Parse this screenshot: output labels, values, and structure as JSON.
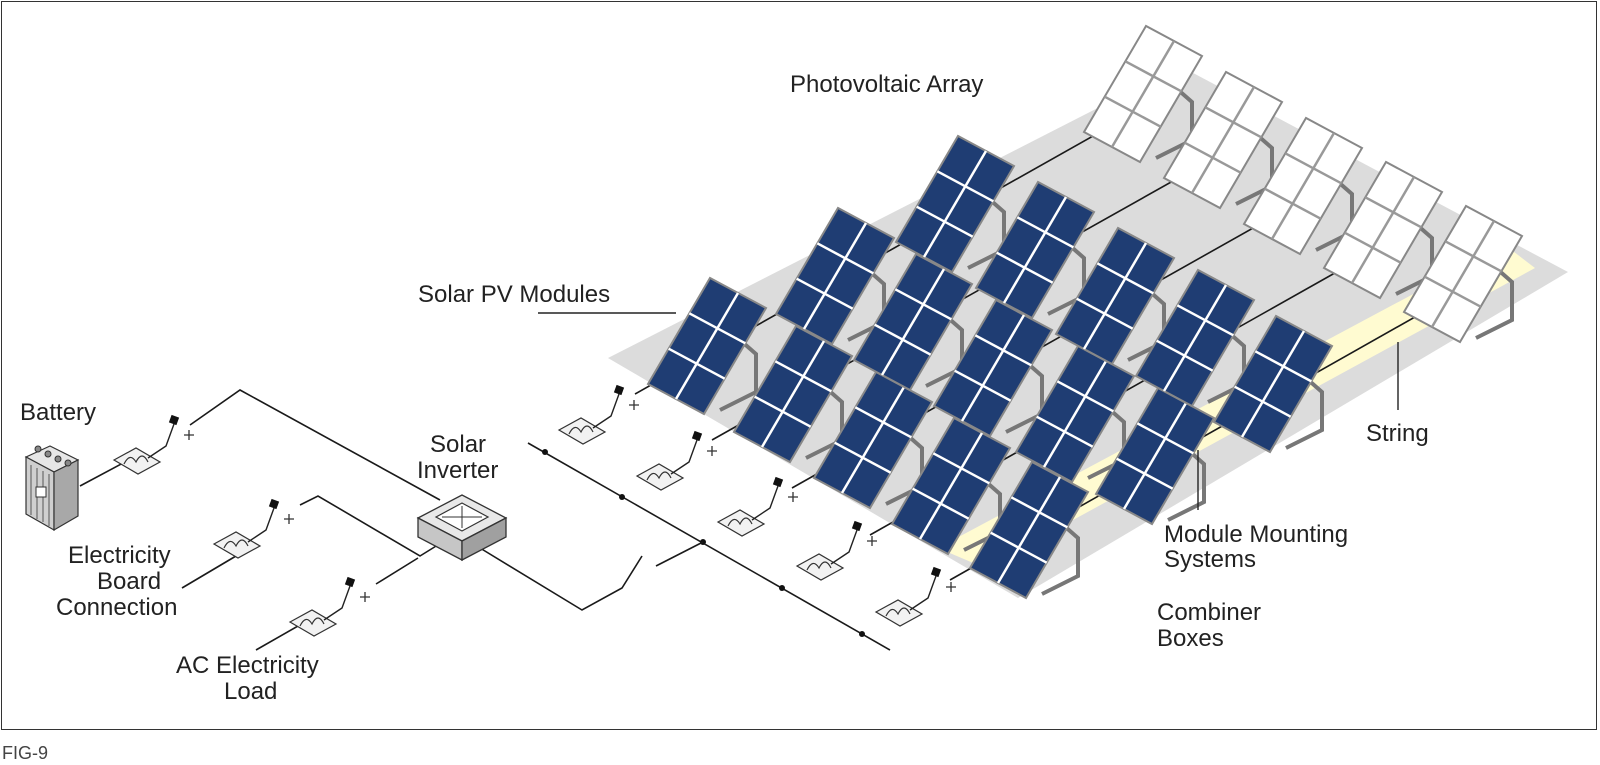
{
  "figure": {
    "caption": "FIG-9",
    "labels": {
      "photovoltaic_array": "Photovoltaic Array",
      "solar_pv_modules": "Solar PV Modules",
      "battery": "Battery",
      "solar_inverter_1": "Solar",
      "solar_inverter_2": "Inverter",
      "electricity_board_1": "Electricity",
      "electricity_board_2": "Board",
      "electricity_board_3": "Connection",
      "ac_load_1": "AC Electricity",
      "ac_load_2": "Load",
      "string": "String",
      "module_mounting_1": "Module Mounting",
      "module_mounting_2": "Systems",
      "combiner_boxes_1": "Combiner",
      "combiner_boxes_2": "Boxes"
    },
    "colors": {
      "panel_blue": "#1f3d73",
      "panel_white": "#ffffff",
      "platform_gray": "#dcdcdc",
      "string_highlight": "#fffbd1",
      "cell_grid": "#ffffff"
    },
    "icons": {
      "battery": "battery-icon",
      "inverter": "inverter-icon",
      "switch": "disconnect-switch-icon",
      "plug": "plug-terminal-icon"
    }
  }
}
